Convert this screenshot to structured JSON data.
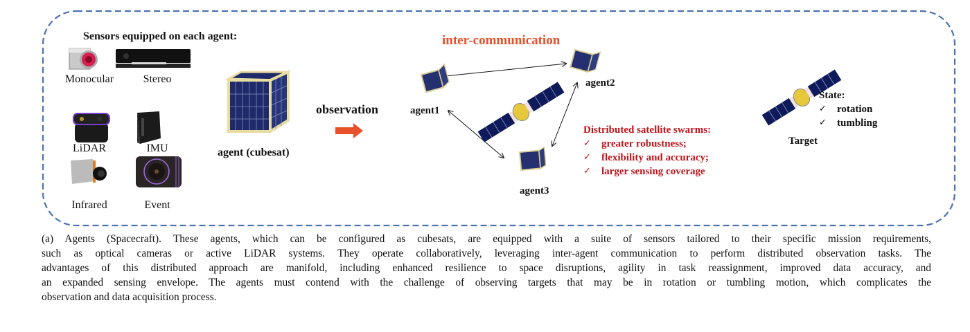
{
  "figure": {
    "sensors_heading": "Sensors equipped on each agent:",
    "sensors": [
      {
        "label": "Monocular",
        "icon": "monocular-camera-icon"
      },
      {
        "label": "Stereo",
        "icon": "stereo-camera-icon"
      },
      {
        "label": "LiDAR",
        "icon": "lidar-icon"
      },
      {
        "label": "IMU",
        "icon": "imu-icon"
      },
      {
        "label": "Infrared",
        "icon": "infrared-camera-icon"
      },
      {
        "label": "Event",
        "icon": "event-camera-icon"
      }
    ],
    "cubesat_label": "agent (cubesat)",
    "observation_label": "observation",
    "inter_comm_label": "inter-communication",
    "agents": [
      "agent1",
      "agent2",
      "agent3"
    ],
    "swarm": {
      "title": "Distributed satellite swarms:",
      "items": [
        "greater robustness;",
        "flexibility and accuracy;",
        "larger sensing coverage"
      ]
    },
    "target_label": "Target",
    "state": {
      "title": "State:",
      "items": [
        "rotation",
        "tumbling"
      ]
    },
    "check_glyph": "✓",
    "colors": {
      "frame": "#4a72b0",
      "arrow": "#e8502a",
      "comm_text": "#e8502a",
      "swarm_text": "#c0141c",
      "panel": "#0e1a5a"
    }
  },
  "caption": {
    "lines": [
      "(a) Agents (Spacecraft). These agents, which can be configured as cubesats, are equipped with a suite of sensors tailored to their specific mission requirements,",
      "such as optical cameras or active LiDAR systems. They operate collaboratively, leveraging inter-agent communication to perform distributed observation tasks. The",
      "advantages of this distributed approach are manifold, including enhanced resilience to space disruptions, agility in task reassignment, improved data accuracy, and",
      "an expanded sensing envelope. The agents must contend with the challenge of observing targets that may be in rotation or tumbling motion, which complicates the",
      "observation and data acquisition process."
    ]
  }
}
